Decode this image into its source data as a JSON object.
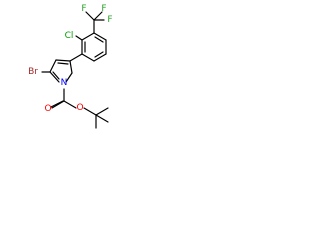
{
  "structure": {
    "atoms": {
      "cl": "Cl",
      "br": "Br",
      "n": "N",
      "o_carbonyl": "O",
      "o_ester": "O",
      "f1": "F",
      "f2": "F",
      "f3": "F"
    },
    "colors": {
      "bond": "#000000",
      "halogen_cl": "#00a000",
      "halogen_br": "#a52a2a",
      "halogen_f": "#2ca02c",
      "nitrogen": "#0000ff",
      "oxygen": "#ff0000"
    }
  }
}
